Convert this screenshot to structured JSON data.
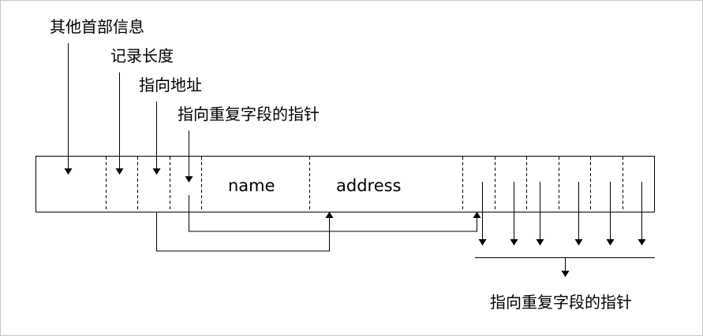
{
  "labels": {
    "other_header": "其他首部信息",
    "record_length": "记录长度",
    "pointer_address": "指向地址",
    "pointer_repeat": "指向重复字段的指针",
    "bottom_caption": "指向重复字段的指针"
  },
  "fields": {
    "name": "name",
    "address": "address"
  },
  "colors": {
    "line": "#000000",
    "frame_border": "#c8c8c8",
    "background": "#ffffff"
  }
}
